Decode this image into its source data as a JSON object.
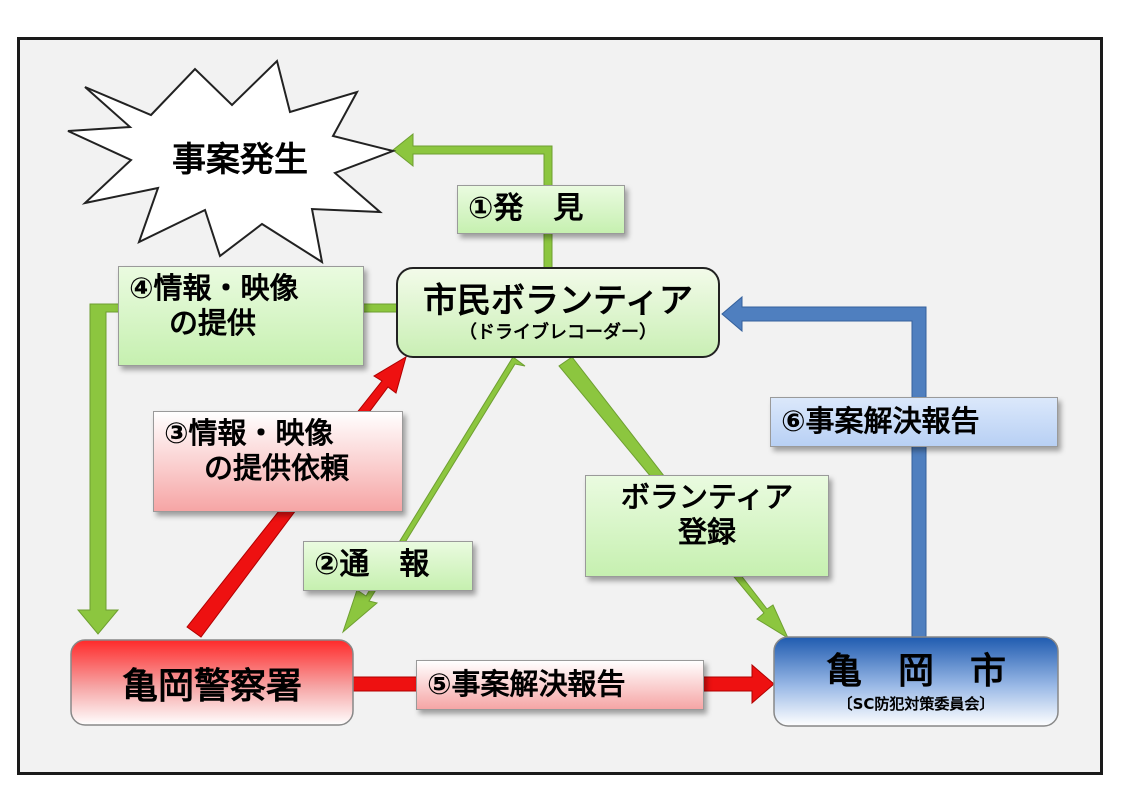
{
  "event": {
    "label": "事案発生"
  },
  "volunteer": {
    "title": "市民ボランティア",
    "subtitle": "（ドライブレコーダー）"
  },
  "police": {
    "label": "亀岡警察署"
  },
  "city": {
    "title": "亀　岡　市",
    "subtitle": "〔SC防犯対策委員会〕"
  },
  "labels": {
    "discovery": "①発　見",
    "report": "②通　報",
    "request_line1": "③情報・映像",
    "request_line2": "の提供依頼",
    "provide_line1": "④情報・映像",
    "provide_line2": "の提供",
    "result_to_city": "⑤事案解決報告",
    "result_to_volunteer": "⑥事案解決報告",
    "registration_line1": "ボランティア",
    "registration_line2": "登録"
  },
  "colors": {
    "green_arrow": "#8cc63f",
    "red_arrow": "#ee1111",
    "blue_arrow": "#4f7fbf",
    "police_box": "#f02020",
    "city_box": "#2a65b8"
  }
}
